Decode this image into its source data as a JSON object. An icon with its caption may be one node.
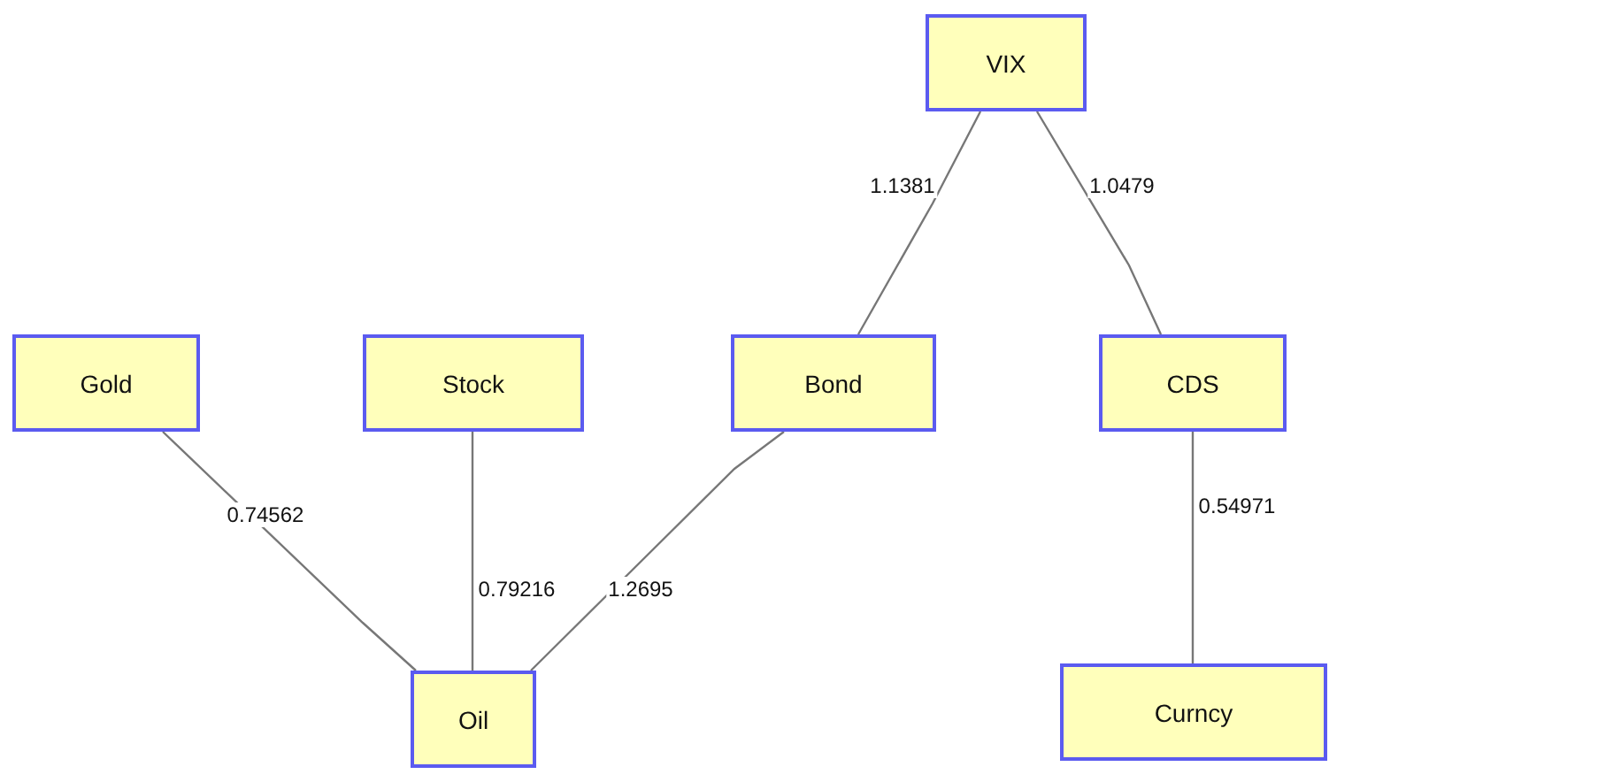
{
  "diagram": {
    "nodes": [
      {
        "text": [
          "VIX"
        ]
      },
      {
        "text": [
          "Gold"
        ]
      },
      {
        "text": [
          "Stock"
        ]
      },
      {
        "text": [
          "Bond"
        ]
      },
      {
        "text": [
          "CDS"
        ]
      },
      {
        "text": [
          "Oil"
        ]
      },
      {
        "text": [
          "Curncy"
        ]
      }
    ],
    "edges": [
      {
        "from": 0,
        "to": 3,
        "arrow": "none",
        "label": "1.1381"
      },
      {
        "from": 0,
        "to": 4,
        "arrow": "none",
        "label": "1.0479"
      },
      {
        "from": 1,
        "to": 5,
        "arrow": "none",
        "label": "0.74562"
      },
      {
        "from": 2,
        "to": 5,
        "arrow": "none",
        "label": "0.79216"
      },
      {
        "from": 3,
        "to": 5,
        "arrow": "none",
        "label": "1.2695"
      },
      {
        "from": 4,
        "to": 6,
        "arrow": "none",
        "label": "0.54971"
      }
    ]
  }
}
